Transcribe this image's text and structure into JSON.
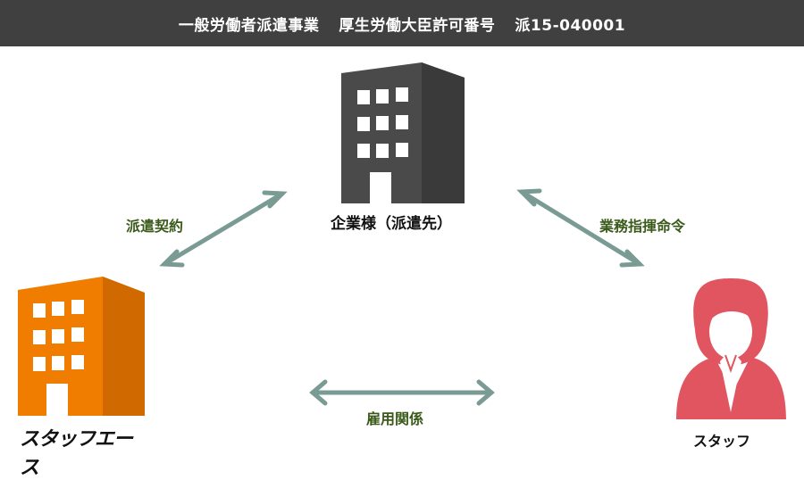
{
  "header": {
    "part1": "一般労働者派遣事業",
    "part2": "厚生労働大臣許可番号",
    "part3": "派15-040001"
  },
  "nodes": {
    "client": {
      "label": "企業様（派遣先）",
      "icon": "office-building-icon",
      "color": "#4a4a4a"
    },
    "agency": {
      "label": "スタッフエース",
      "icon": "office-building-icon",
      "color": "#f07c00"
    },
    "staff": {
      "label": "スタッフ",
      "icon": "woman-avatar-icon",
      "color": "#e05560"
    }
  },
  "relations": {
    "dispatch_contract": "派遣契約",
    "command": "業務指揮命令",
    "employment": "雇用関係"
  },
  "colors": {
    "arrow": "#7a9a94",
    "label": "#3a5a1a"
  }
}
